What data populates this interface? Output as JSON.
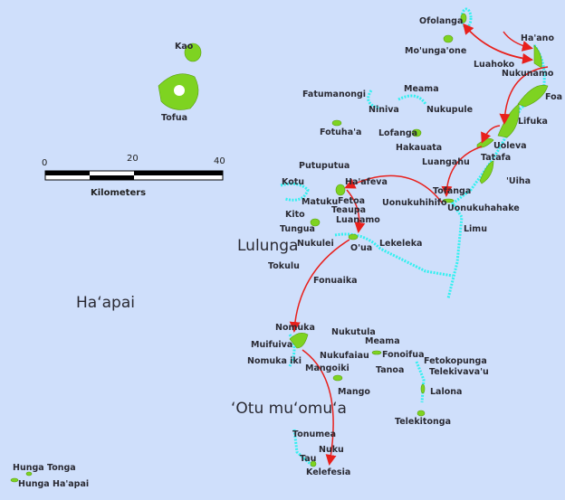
{
  "map": {
    "region_labels": [
      "Ha‘apai",
      "Lulunga",
      "‘Otu mu‘omu‘a"
    ],
    "scale": {
      "ticks": [
        "0",
        "20",
        "40"
      ],
      "unit": "Kilometers"
    },
    "labels": [
      "Ofolanga",
      "Mo'unga'one",
      "Ha'ano",
      "Luahoko",
      "Nukunamo",
      "Foa",
      "Fatumanongi",
      "Meama",
      "Niniva",
      "Nukupule",
      "Lifuka",
      "Fotuha'a",
      "Lofanga",
      "Hakauata",
      "Uoleva",
      "Tatafa",
      "Luangahu",
      "'Uiha",
      "Putuputua",
      "Kotu",
      "Ha'afeva",
      "Tofanga",
      "Uonukuhihifo",
      "Uonukuhahake",
      "Matuku",
      "Fetoa",
      "Teaupa",
      "Kito",
      "Luanamo",
      "Tungua",
      "Limu",
      "Nukulei",
      "O'ua",
      "Lekeleka",
      "Tokulu",
      "Fonuaika",
      "Nomuka",
      "Nukutula",
      "Meama",
      "Muifuiva",
      "Fonoifua",
      "Nukufaiau",
      "Fetokopunga",
      "Nomuka iki",
      "Mangoiki",
      "Tanoa",
      "Telekivava'u",
      "Mango",
      "Lalona",
      "Telekitonga",
      "Tonumea",
      "Nuku",
      "Tau",
      "Kelefesia",
      "Kao",
      "Tofua",
      "Hunga Tonga",
      "Hunga Ha'apai"
    ],
    "colors": {
      "sea": "#cfdffb",
      "land": "#7ed321",
      "reef": "#33f0f0",
      "route": "#e8201c"
    }
  }
}
